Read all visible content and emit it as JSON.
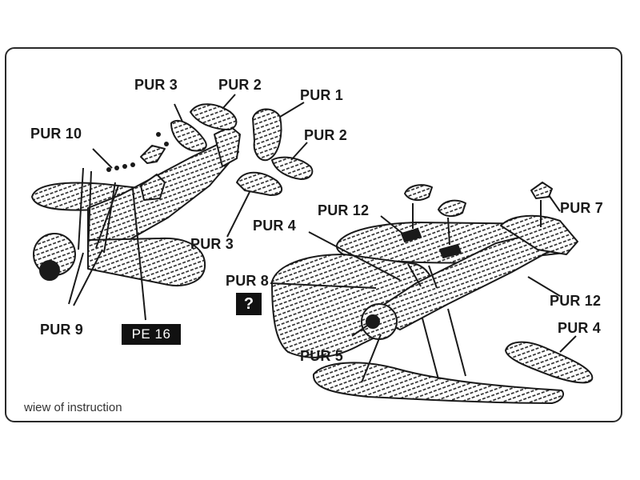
{
  "labels": {
    "pur1": "PUR 1",
    "pur2_top": "PUR 2",
    "pur2_right": "PUR 2",
    "pur3_top": "PUR 3",
    "pur3_bottom": "PUR 3",
    "pur4_center": "PUR 4",
    "pur4_right": "PUR 4",
    "pur5": "PUR 5",
    "pur7": "PUR 7",
    "pur8": "PUR 8",
    "pur9": "PUR 9",
    "pur10": "PUR 10",
    "pur12_center": "PUR 12",
    "pur12_right": "PUR 12",
    "pe16": "PE 16",
    "question": "?"
  },
  "caption": "wiew of instruction",
  "colors": {
    "ink": "#1a1a1a",
    "frame": "#2a2a2a",
    "badge": "#111111"
  }
}
